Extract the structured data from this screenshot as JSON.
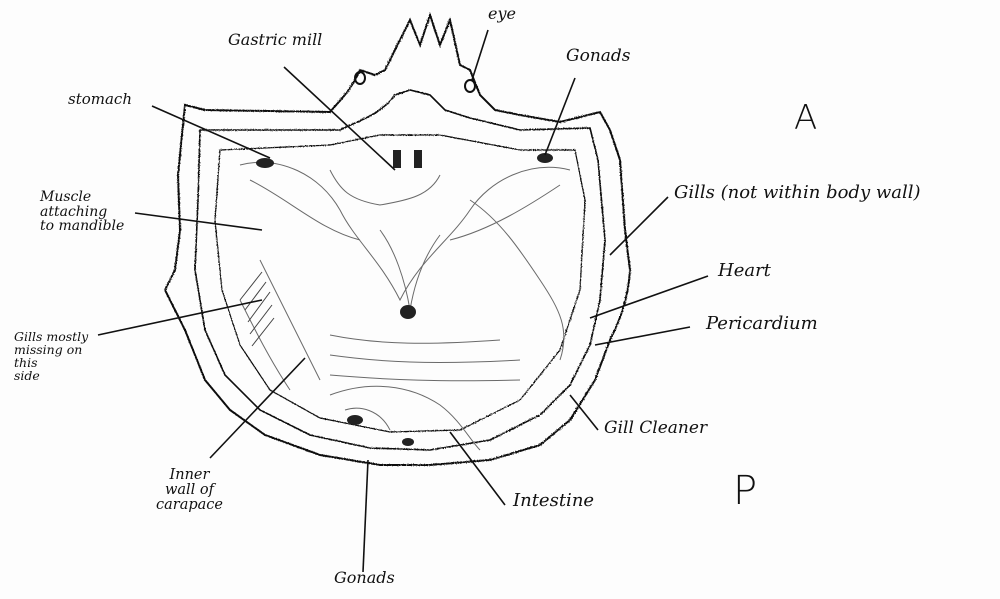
{
  "labels": {
    "eye": "eye",
    "gastric_mill": "Gastric mill",
    "gonads_top": "Gonads",
    "stomach": "stomach",
    "muscle": "Muscle\nattaching\nto mandible",
    "gills_right": "Gills (not within body wall)",
    "heart": "Heart",
    "pericardium": "Pericardium",
    "gills_left": "Gills mostly\nmissing on\nthis\nside",
    "gill_cleaner": "Gill Cleaner",
    "inner_wall": "Inner\nwall of\ncarapace",
    "intestine": "Intestine",
    "gonads_bottom": "Gonads"
  },
  "orientation": {
    "anterior": "A",
    "posterior": "P"
  },
  "colors": {
    "ink": "#111111",
    "shade": "#6a6a6a",
    "paper": "#fdfdfd"
  }
}
